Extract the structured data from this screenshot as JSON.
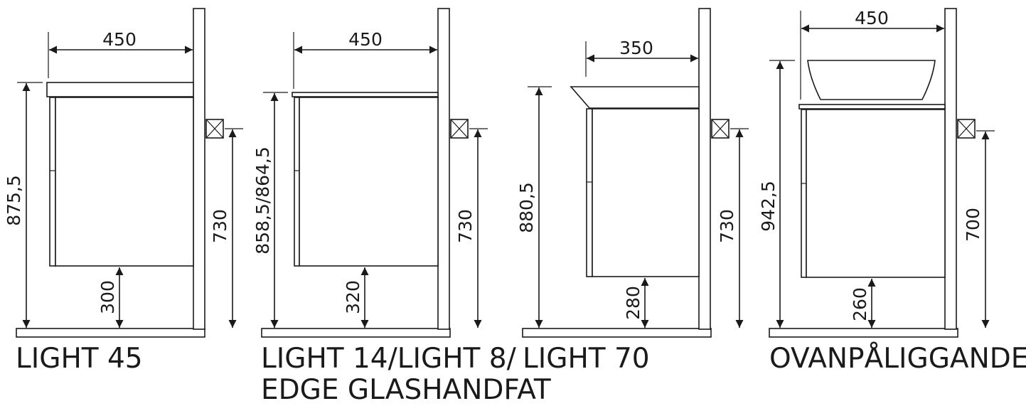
{
  "diagrams": [
    {
      "name": "LIGHT 45",
      "width": "450",
      "height": "875,5",
      "floor_clearance": "300",
      "mount_height": "730"
    },
    {
      "name_line1": "LIGHT 14/LIGHT 8/",
      "name_line2": "EDGE GLASHANDFAT",
      "width": "450",
      "height": "858,5/864,5",
      "floor_clearance": "320",
      "mount_height": "730"
    },
    {
      "name": "LIGHT 70",
      "width": "350",
      "height": "880,5",
      "floor_clearance": "280",
      "mount_height": "730"
    },
    {
      "name": "OVANPÅLIGGANDE",
      "width": "450",
      "height": "942,5",
      "floor_clearance": "260",
      "mount_height": "700"
    }
  ]
}
